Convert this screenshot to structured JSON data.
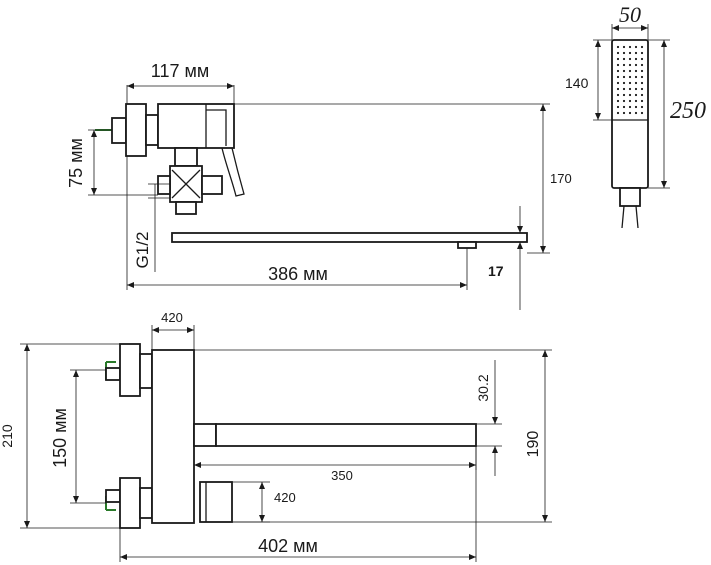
{
  "top_view": {
    "width_label": "117 мм",
    "height_label": "75 мм",
    "thread_label": "G1/2",
    "spout_length_label": "386 мм",
    "spout_height_label": "170",
    "spout_outlet_label": "17"
  },
  "shower_head": {
    "width_label": "50",
    "head_length_label": "140",
    "total_length_label": "250"
  },
  "front_view": {
    "top_width_label": "420",
    "centers_label": "150 мм",
    "total_height_label": "210",
    "spout_offset_label": "30.2",
    "spout_length_label": "350",
    "diverter_label": "420",
    "right_height_label": "190",
    "total_width_label": "402 мм"
  },
  "colors": {
    "line": "#1a1a1a",
    "accent": "#2a7a2a"
  }
}
